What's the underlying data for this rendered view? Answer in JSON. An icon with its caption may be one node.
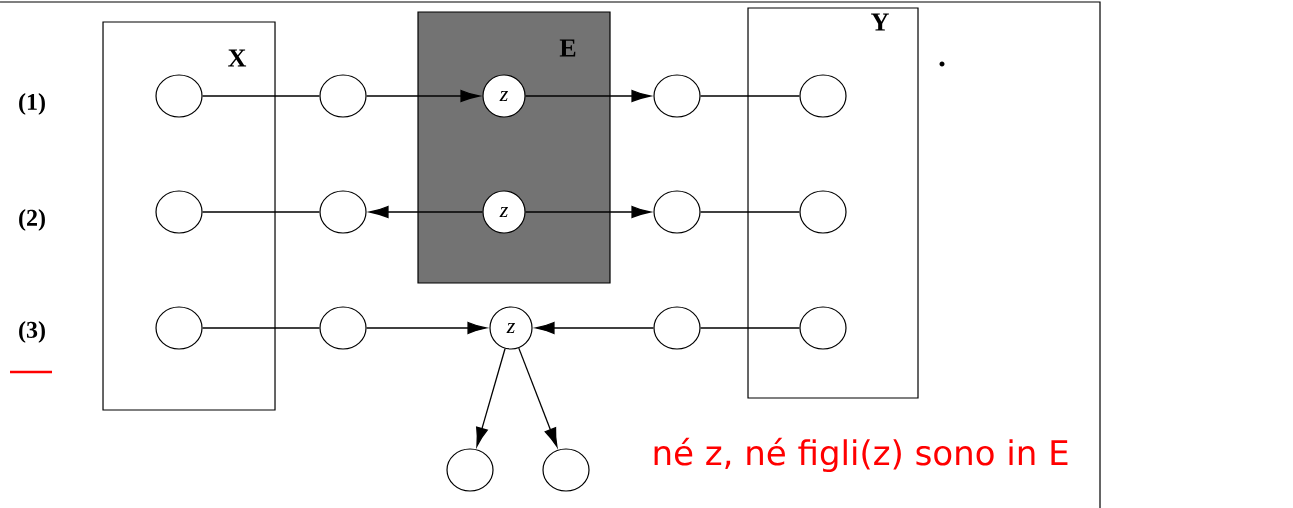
{
  "diagram": {
    "nodes": [
      {
        "text": [
          "X"
        ]
      },
      {
        "text": [
          "E"
        ]
      },
      {
        "text": [
          "Y"
        ]
      },
      {
        "text": [],
        "shape": "circle",
        "in": 0
      },
      {
        "text": [],
        "shape": "circle"
      },
      {
        "text": [
          "z"
        ],
        "in": 1
      },
      {
        "text": [],
        "shape": "circle"
      },
      {
        "text": [],
        "shape": "circle",
        "in": 2
      },
      {
        "text": [],
        "shape": "circle",
        "in": 0
      },
      {
        "text": [],
        "shape": "circle"
      },
      {
        "text": [
          "z"
        ],
        "in": 1
      },
      {
        "text": [],
        "shape": "circle"
      },
      {
        "text": [],
        "shape": "circle",
        "in": 2
      },
      {
        "text": [],
        "shape": "circle",
        "in": 0
      },
      {
        "text": [],
        "shape": "circle"
      },
      {
        "text": [
          "z"
        ]
      },
      {
        "text": [],
        "shape": "circle"
      },
      {
        "text": [],
        "shape": "circle",
        "in": 2
      },
      {
        "text": [],
        "shape": "circle"
      },
      {
        "text": [],
        "shape": "circle"
      }
    ],
    "edges": [
      {
        "from": 3,
        "to": 4,
        "arrow": "none"
      },
      {
        "from": 4,
        "to": 5,
        "arrow": "to"
      },
      {
        "from": 5,
        "to": 6,
        "arrow": "to"
      },
      {
        "from": 6,
        "to": 7,
        "arrow": "none"
      },
      {
        "from": 8,
        "to": 9,
        "arrow": "none"
      },
      {
        "from": 10,
        "to": 9,
        "arrow": "to"
      },
      {
        "from": 10,
        "to": 11,
        "arrow": "to"
      },
      {
        "from": 11,
        "to": 12,
        "arrow": "none"
      },
      {
        "from": 13,
        "to": 14,
        "arrow": "none"
      },
      {
        "from": 14,
        "to": 15,
        "arrow": "to"
      },
      {
        "from": 16,
        "to": 15,
        "arrow": "to"
      },
      {
        "from": 17,
        "to": 16,
        "arrow": "none"
      },
      {
        "from": 15,
        "to": 18,
        "arrow": "to"
      },
      {
        "from": 15,
        "to": 19,
        "arrow": "to"
      }
    ],
    "labels": [
      "(1)",
      "(2)",
      "(3)",
      "né z, né figli(z) sono in E"
    ]
  }
}
